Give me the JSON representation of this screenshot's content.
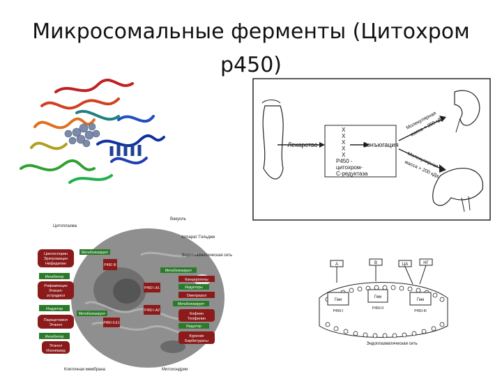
{
  "slide": {
    "title_line1": "Микросомальные ферменты (Цитохром",
    "title_line2": "р450)"
  },
  "scheme": {
    "drug": "Лекарство",
    "x_marks": [
      "X",
      "X",
      "X",
      "X",
      "X"
    ],
    "enzyme_line1": "Р450 -",
    "enzyme_line2": "цитохром-",
    "enzyme_line3": "С-редуктаза",
    "conjugate": "Конъюгация",
    "arrow_up_label_1": "Молекулярная",
    "arrow_up_label_2": "масса < 200 кДа",
    "arrow_down_label_1": "Молекулярная",
    "arrow_down_label_2": "масса > 200 кДа"
  },
  "cell": {
    "labels": {
      "vacuole": "Вакуоль",
      "cytoplasm": "Цитоплазма",
      "golgi": "Аппарат Гольджи",
      "er": "Эндоплазматическая сеть",
      "cell_membrane": "Клеточная мембрана",
      "mitochondria": "Митохондрии"
    },
    "red_boxes": [
      {
        "line1": "Циклоспорин",
        "line2": "Эритромицин",
        "line3": "Нифедипин"
      },
      {
        "line1": "Рифампицин",
        "line2": "Этинил-",
        "line3": "эстрадиол"
      },
      {
        "line1": "Парацетамол",
        "line2": "Этанол",
        "line3": ""
      }
    ],
    "left_green": [
      "Ингибитор",
      "Индуктор",
      "Ингибитор"
    ],
    "bottom_left": [
      "Этанол",
      "Изониазид"
    ],
    "p450_labels": [
      "Р450 III",
      "Р450 I.A1",
      "Р450 I.A2",
      "Р450 II.E1"
    ],
    "right_green": [
      "Метаболизирует",
      "Индукторы",
      "Метаболизирует",
      "Индуктор"
    ],
    "right_red": [
      "Канцерогены",
      "Омепразол",
      "Кофеин",
      "Теофилин",
      "Курение",
      "Барбитураты"
    ],
    "mid_green": [
      "Метаболизирует",
      "Метаболизирует"
    ]
  },
  "membrane": {
    "top_labels": [
      "А",
      "В",
      "ЦА",
      "НГ"
    ],
    "box_labels": [
      "Гем",
      "Гем",
      "Гем"
    ],
    "sub_labels": [
      "Р450-I",
      "Р450-II",
      "Р450-III"
    ],
    "caption": "Эндоплазматическая сеть"
  },
  "colors": {
    "red_box": "#8b1a1a",
    "green_label": "#2a7a2a",
    "cell_bg": "#8f8f8f"
  }
}
